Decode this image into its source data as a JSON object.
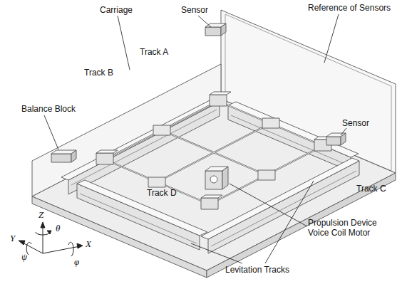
{
  "diagram": {
    "labels": [
      "Sensor",
      "Reference of Sensors",
      "Carriage",
      "Track A",
      "Track B",
      "Balance Block",
      "Sensor",
      "Track C",
      "Propulsion Device Voice Coil Motor",
      "Track D",
      "Levitation Tracks",
      "Z",
      "θ",
      "Y",
      "ψ",
      "X",
      "φ"
    ]
  }
}
